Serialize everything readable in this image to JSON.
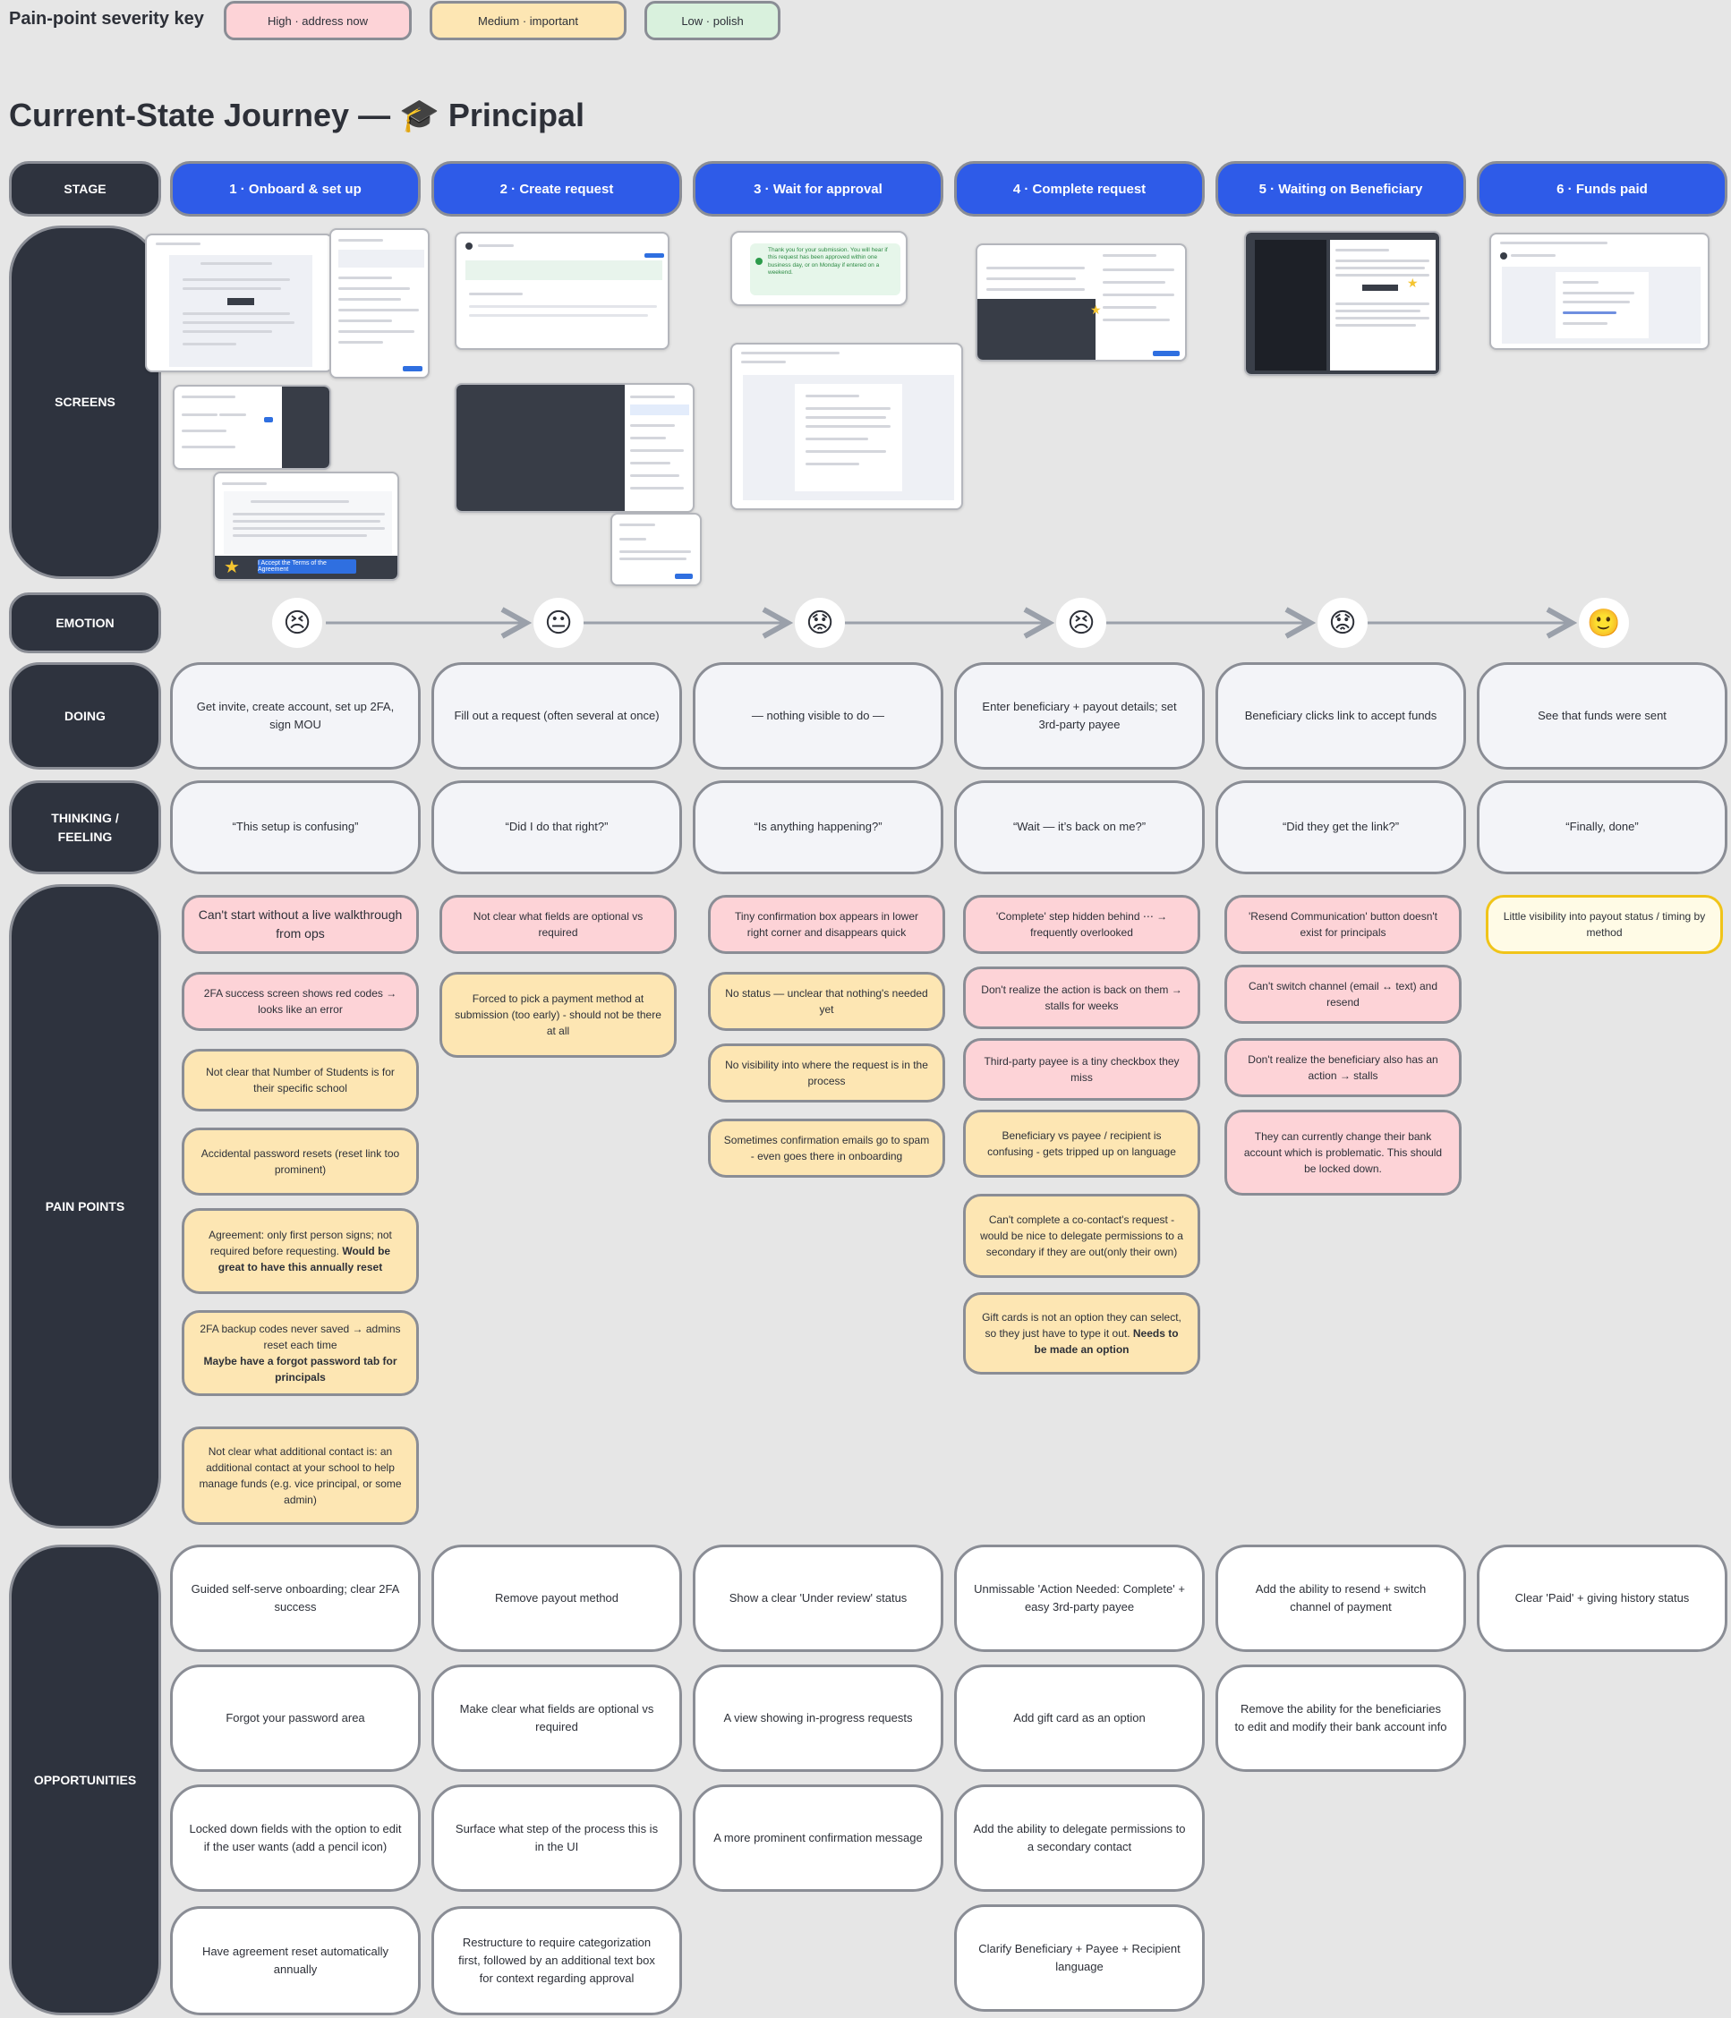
{
  "legend": {
    "title": "Pain-point severity key",
    "high": "High · address now",
    "medium": "Medium · important",
    "low": "Low · polish"
  },
  "title": "Current-State Journey — 🎓 Principal",
  "row_labels": {
    "stage": "STAGE",
    "screens": "SCREENS",
    "emotion": "EMOTION",
    "doing": "DOING",
    "thinking": "THINKING / FEELING",
    "pain_points": "PAIN POINTS",
    "opportunities": "OPPORTUNITIES"
  },
  "stages": [
    "1 · Onboard & set up",
    "2 · Create request",
    "3 · Wait for approval",
    "4 · Complete request",
    "5 · Waiting on Beneficiary",
    "6 · Funds paid"
  ],
  "screens": {
    "confirmation_text": "Thank you for your submission. You will hear if this request has been approved within one business day, or on Monday if entered on a weekend.",
    "agreement_button": "I Accept the Terms of the Agreement"
  },
  "emotions": [
    "😣",
    "😐",
    "😟",
    "😣",
    "😟",
    "🙂"
  ],
  "doing": [
    "Get invite, create account, set up 2FA, sign MOU",
    "Fill out a request (often several at once)",
    "— nothing visible to do —",
    "Enter beneficiary + payout details; set 3rd-party payee",
    "Beneficiary clicks link to accept funds",
    "See that funds were sent"
  ],
  "thinking": [
    "“This setup is confusing”",
    "“Did I do that right?”",
    "“Is anything happening?”",
    "“Wait — it’s back on me?”",
    "“Did they get the link?”",
    "“Finally, done”"
  ],
  "pain_points": [
    [
      {
        "text": "Can't start without a live walkthrough from ops",
        "severity": "high"
      },
      {
        "text": "2FA success screen shows red codes → looks like an error",
        "severity": "high"
      },
      {
        "text": "Not clear that Number of Students is for their specific school",
        "severity": "medium"
      },
      {
        "text": "Accidental password resets (reset link too prominent)",
        "severity": "medium"
      },
      {
        "text": "Agreement: only first person signs; not required before requesting.",
        "bold": "Would be great to have this annually reset",
        "severity": "medium"
      },
      {
        "text": "2FA backup codes never saved → admins reset each time",
        "bold": "Maybe have a forgot password tab for principals",
        "severity": "medium"
      },
      {
        "text": "Not clear what additional contact is:  an additional contact at your school to help manage funds (e.g. vice principal, or some admin)",
        "severity": "medium"
      }
    ],
    [
      {
        "text": "Not clear what fields are optional vs required",
        "severity": "high"
      },
      {
        "text": "Forced to pick a payment method at submission (too early) - should not be there at all",
        "severity": "medium"
      }
    ],
    [
      {
        "text": "Tiny confirmation box appears in lower right corner and disappears quick",
        "severity": "high"
      },
      {
        "text": "No status — unclear that nothing's needed yet",
        "severity": "medium"
      },
      {
        "text": "No visibility into where the request is in the process",
        "severity": "medium"
      },
      {
        "text": "Sometimes confirmation emails go to spam - even goes there in onboarding",
        "severity": "medium"
      }
    ],
    [
      {
        "text": "'Complete' step hidden behind ⋯ → frequently overlooked",
        "severity": "high"
      },
      {
        "text": "Don't realize the action is back on them → stalls for weeks",
        "severity": "high"
      },
      {
        "text": "Third-party payee is a tiny checkbox they miss",
        "severity": "high"
      },
      {
        "text": "Beneficiary vs payee / recipient is confusing - gets tripped up on language",
        "severity": "medium"
      },
      {
        "text": "Can't complete a co-contact's request - would be nice to delegate permissions to a secondary if they are out(only their own)",
        "severity": "medium"
      },
      {
        "text": "Gift cards is not an option they can select, so they just have to type it out.",
        "bold": "Needs to be made an option",
        "severity": "medium"
      }
    ],
    [
      {
        "text": "'Resend Communication' button doesn't exist for principals",
        "severity": "high"
      },
      {
        "text": "Can't switch channel (email ↔ text) and resend",
        "severity": "high"
      },
      {
        "text": "Don't realize the beneficiary also has an action → stalls",
        "severity": "high"
      },
      {
        "text": "They can currently change their bank account which is problematic. This should be locked down.",
        "severity": "high"
      }
    ],
    [
      {
        "text": "Little visibility into payout status / timing by method",
        "severity": "low"
      }
    ]
  ],
  "opportunities": [
    [
      "Guided self-serve onboarding; clear 2FA success",
      "Forgot your password area",
      "Locked down fields with the option to edit if the user wants (add a pencil icon)",
      "Have agreement reset automatically annually"
    ],
    [
      "Remove payout method",
      "Make clear what fields are optional vs required",
      "Surface what step of the process this is in the UI",
      "Restructure to require categorization first, followed by an additional text box for context regarding approval"
    ],
    [
      "Show a clear 'Under review' status",
      "A view showing in-progress requests",
      "A more prominent confirmation message"
    ],
    [
      "Unmissable 'Action Needed: Complete' + easy 3rd-party payee",
      "Add gift card as an option",
      "Add the ability to delegate permissions to a secondary contact",
      "Clarify Beneficiary + Payee + Recipient language"
    ],
    [
      "Add the ability to resend + switch channel of payment",
      "Remove the ability for the beneficiaries to edit and modify their bank account info"
    ],
    [
      "Clear 'Paid' + giving history status"
    ]
  ],
  "colors": {
    "stage": "#2e5be8",
    "row_label": "#2e333e",
    "high": "#fdd3d7",
    "medium": "#fde6b3",
    "low": "#d9f1dd",
    "low_border": "#f0c419"
  }
}
